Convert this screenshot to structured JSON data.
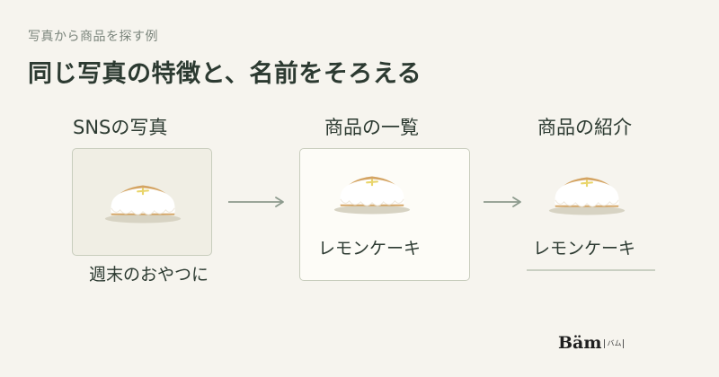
{
  "eyebrow": "写真から商品を探す例",
  "headline": "同じ写真の特徴と、名前をそろえる",
  "columns": {
    "sns": {
      "title": "SNSの写真",
      "caption": "週末のおやつに"
    },
    "list": {
      "title": "商品の一覧",
      "caption": "レモンケーキ"
    },
    "detail": {
      "title": "商品の紹介",
      "caption": "レモンケーキ"
    }
  },
  "brand": {
    "word": "Bäm",
    "kana": "バム"
  },
  "colors": {
    "background": "#f6f4ee",
    "card_border": "#c8cdbd",
    "cake_body": "#d4a463",
    "icing": "#ffffff",
    "lemon_peel": "#e9d56b",
    "arrow": "#8c9a8d"
  }
}
